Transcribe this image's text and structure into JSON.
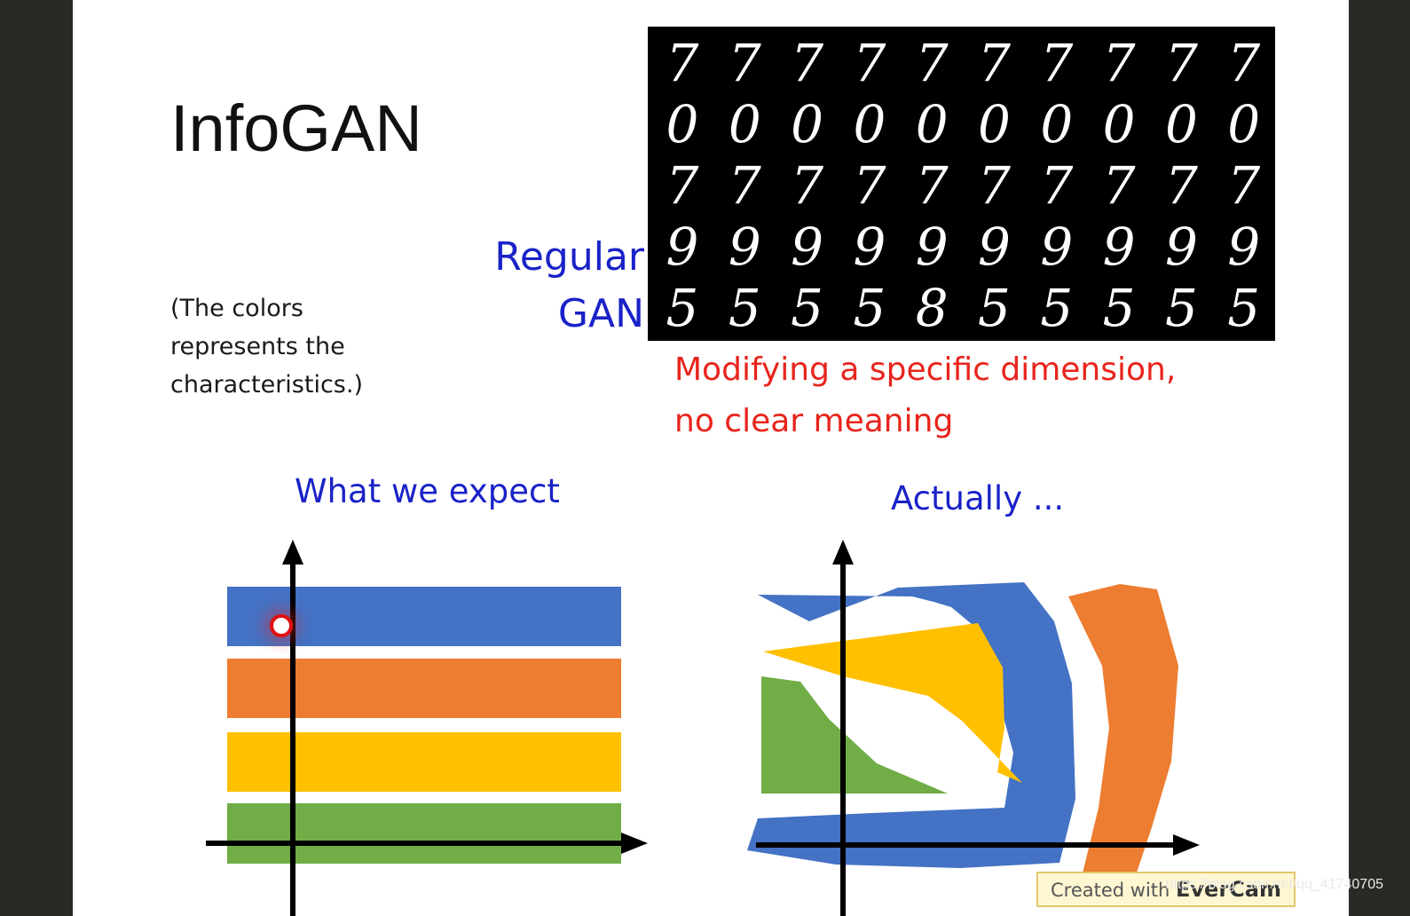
{
  "slide": {
    "title": "InfoGAN",
    "note": [
      "(The colors",
      "represents the",
      "characteristics.)"
    ],
    "regular_gan": [
      "Regular",
      "GAN"
    ],
    "mnist_rows": [
      [
        "7",
        "7",
        "7",
        "7",
        "7",
        "7",
        "7",
        "7",
        "7",
        "7"
      ],
      [
        "0",
        "0",
        "0",
        "0",
        "0",
        "0",
        "0",
        "0",
        "0",
        "0"
      ],
      [
        "7",
        "7",
        "7",
        "7",
        "7",
        "7",
        "7",
        "7",
        "7",
        "7"
      ],
      [
        "9",
        "9",
        "9",
        "9",
        "9",
        "9",
        "9",
        "9",
        "9",
        "9"
      ],
      [
        "5",
        "5",
        "5",
        "5",
        "8",
        "5",
        "5",
        "5",
        "5",
        "5"
      ]
    ],
    "modify_caption": [
      "Modifying a specific dimension,",
      "no clear meaning"
    ],
    "expect_label": "What we expect",
    "actual_label": "Actually ...",
    "evercam_prefix": "Created with ",
    "evercam_brand": "EverCam",
    "watermark": "https://blog.csdn.net/qq_41740705"
  },
  "colors": {
    "blue": "#4472c4",
    "orange": "#ed7d31",
    "yellow": "#ffc000",
    "green": "#70ad47",
    "label_blue": "#1a22c8",
    "caption_red": "#e8241c"
  }
}
